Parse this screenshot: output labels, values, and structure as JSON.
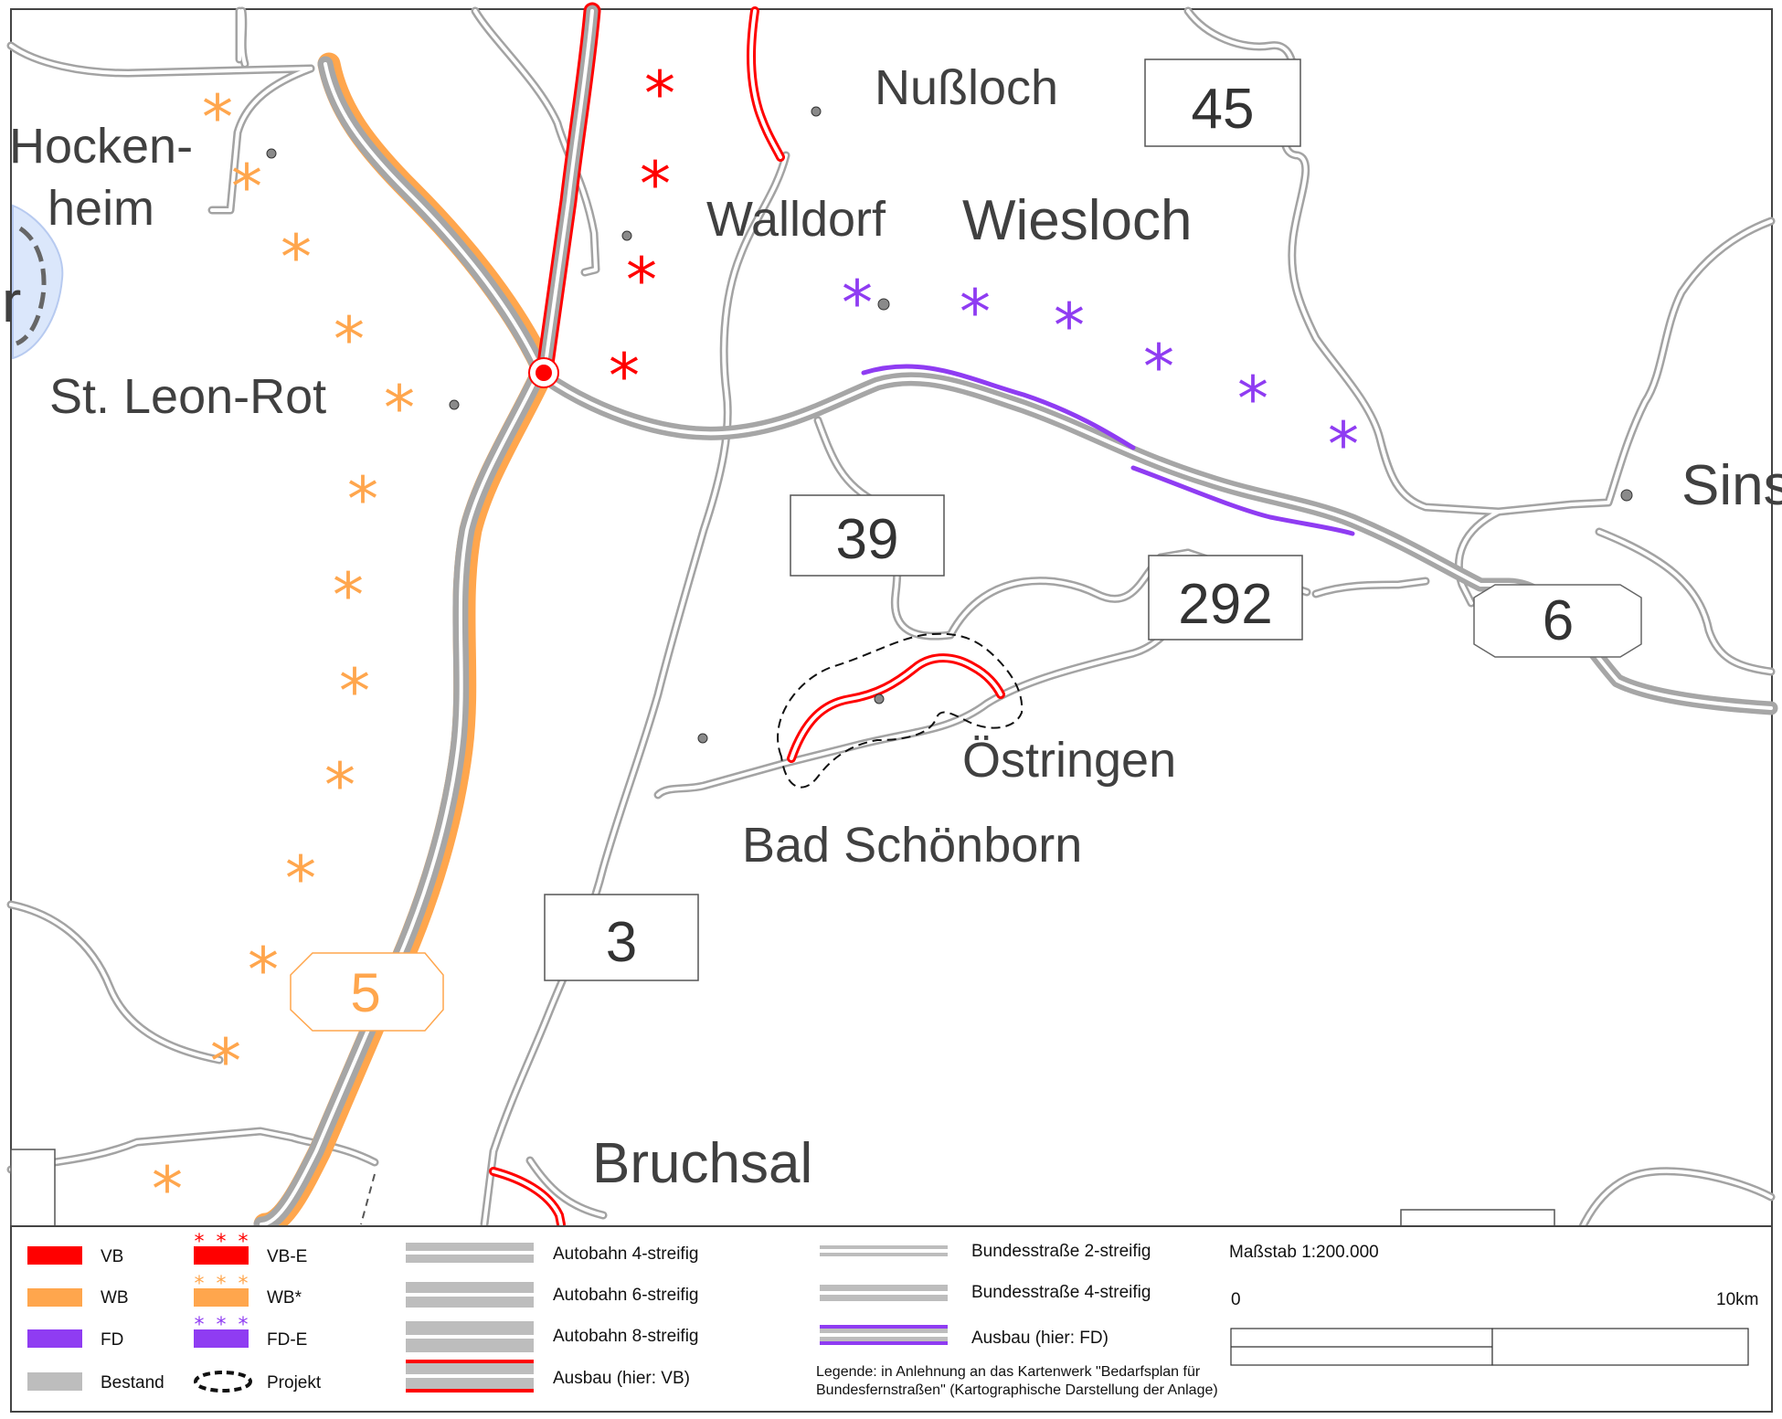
{
  "colors": {
    "vb": "#ff0000",
    "wb": "#ffa64d",
    "fd": "#8f3cf2",
    "bestand": "#bdbdbd",
    "road_edge": "#9a9a9a",
    "town_text": "#404040"
  },
  "towns": {
    "nussloch": "Nußloch",
    "hockenheim_1": "Hocken-",
    "hockenheim_2": "heim",
    "walldorf": "Walldorf",
    "wiesloch": "Wiesloch",
    "st_leon_rot": "St. Leon-Rot",
    "sinsheim_partial": "Sins",
    "oestringen": "Östringen",
    "bad_schoenborn": "Bad Schönborn",
    "bruchsal": "Bruchsal",
    "partial_left": "r"
  },
  "shields": {
    "b45": "45",
    "b39": "39",
    "b292": "292",
    "b3": "3",
    "a6": "6",
    "a5": "5"
  },
  "markers": {
    "star_glyph": "*"
  },
  "legend": {
    "vb": "VB",
    "wb": "WB",
    "fd": "FD",
    "bestand": "Bestand",
    "vb_e": "VB-E",
    "wb_star": "WB*",
    "fd_e": "FD-E",
    "projekt": "Projekt",
    "autobahn_4": "Autobahn 4-streifig",
    "autobahn_6": "Autobahn 6-streifig",
    "autobahn_8": "Autobahn 8-streifig",
    "ausbau_vb": "Ausbau (hier: VB)",
    "bundesstrasse_2": "Bundesstraße 2-streifig",
    "bundesstrasse_4": "Bundesstraße 4-streifig",
    "ausbau_fd": "Ausbau (hier: FD)",
    "note_1": "Legende: in Anlehnung an das Kartenwerk \"Bedarfsplan für",
    "note_2": "Bundesfernstraßen\" (Kartographische Darstellung der Anlage)",
    "scale_title": "Maßstab 1:200.000",
    "scale_0": "0",
    "scale_10": "10km"
  }
}
